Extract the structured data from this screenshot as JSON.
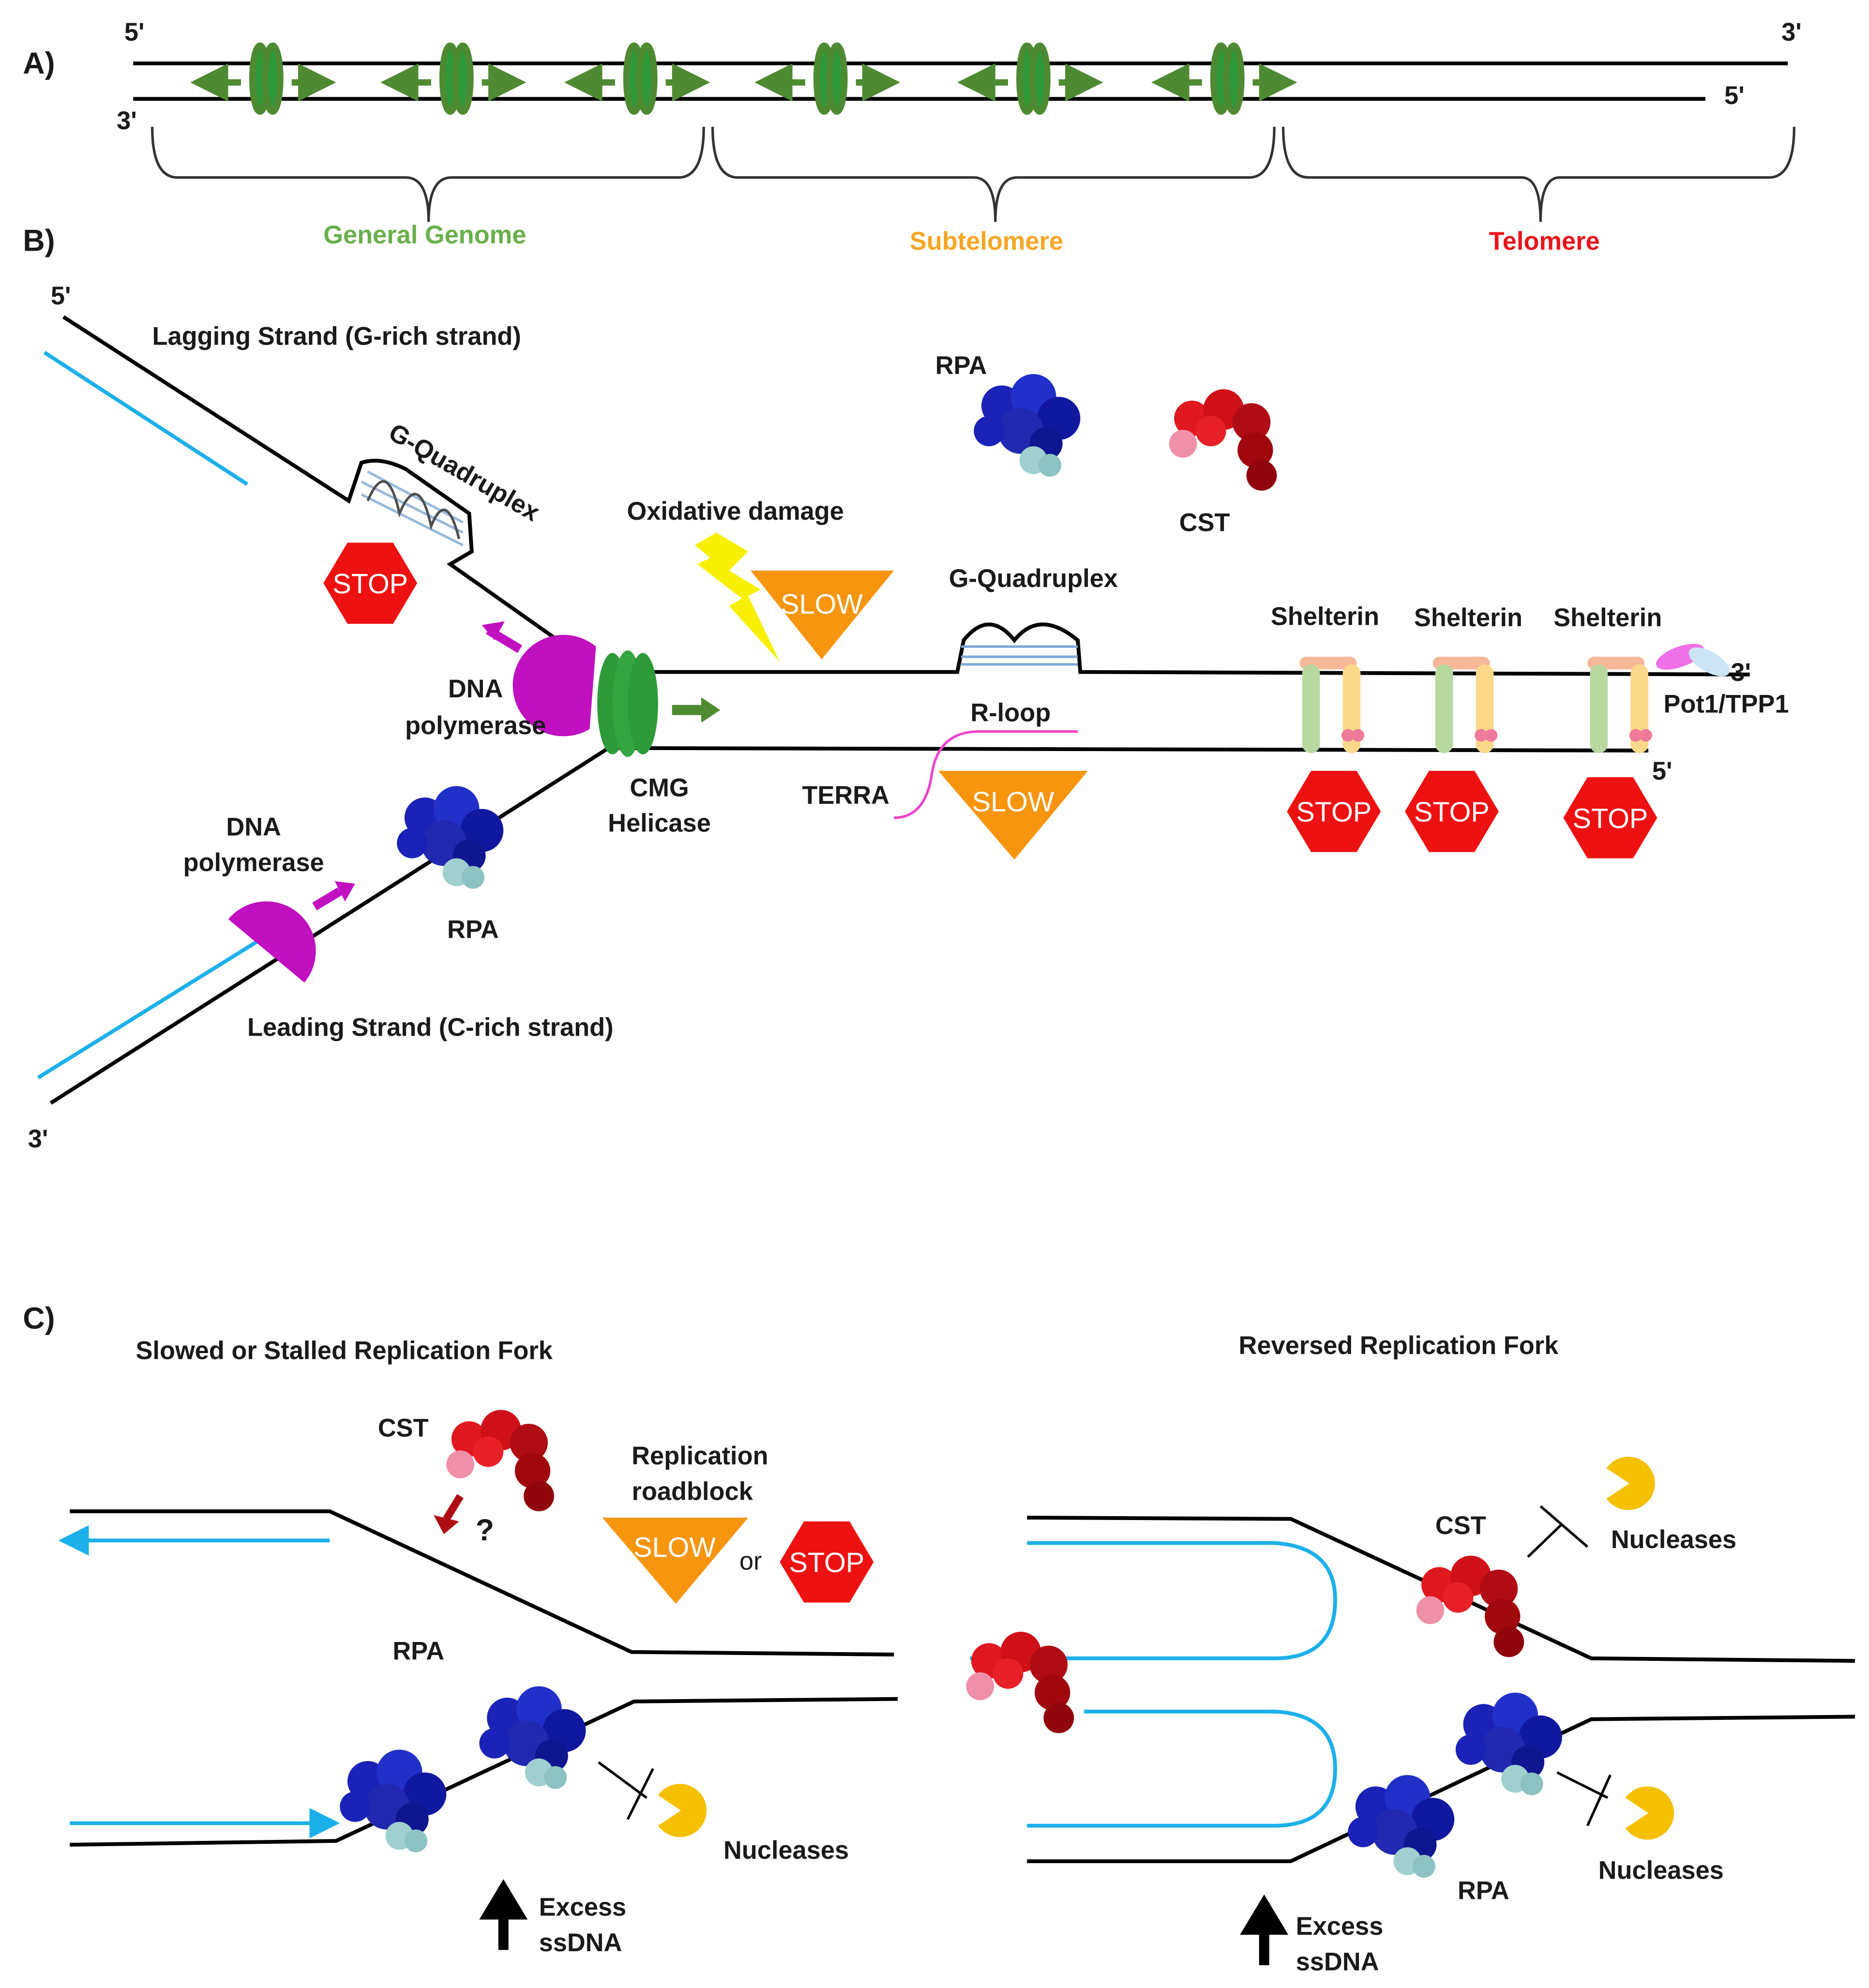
{
  "panels": {
    "a": "A)",
    "b": "B)",
    "c": "C)"
  },
  "panel_a": {
    "ends": {
      "top_left": "5'",
      "top_right": "3'",
      "bottom_left": "3'",
      "bottom_right": "5'"
    },
    "regions": [
      {
        "label": "General Genome",
        "color": "#6ab04c"
      },
      {
        "label": "Subtelomere",
        "color": "#f5a623"
      },
      {
        "label": "Telomere",
        "color": "#e8141c"
      }
    ]
  },
  "panel_b": {
    "ends": {
      "lagging_5": "5'",
      "leading_3": "3'",
      "telomere_3": "3'",
      "telomere_5": "5'"
    },
    "lagging_strand": "Lagging Strand (G-rich strand)",
    "leading_strand": "Leading Strand (C-rich strand)",
    "g_quadruplex_lagging": "G-Quadruplex",
    "g_quadruplex": "G-Quadruplex",
    "dna_polymerase_upper": [
      "DNA",
      "polymerase"
    ],
    "dna_polymerase_lower": [
      "DNA",
      "polymerase"
    ],
    "cmg_helicase": [
      "CMG",
      "Helicase"
    ],
    "rpa_fork": "RPA",
    "rpa_top": "RPA",
    "cst_top": "CST",
    "oxidative_damage": "Oxidative damage",
    "r_loop": "R-loop",
    "terra": "TERRA",
    "shelterin": [
      "Shelterin",
      "Shelterin",
      "Shelterin"
    ],
    "pot1_tpp1": "Pot1/TPP1",
    "stop": "STOP",
    "slow": "SLOW"
  },
  "panel_c": {
    "left_title": "Slowed or Stalled Replication Fork",
    "right_title": "Reversed  Replication Fork",
    "cst_left": "CST",
    "question": "?",
    "roadblock": [
      "Replication",
      "roadblock"
    ],
    "slow": "SLOW",
    "or": "or",
    "stop": "STOP",
    "rpa_left": "RPA",
    "nucleases_left": "Nucleases",
    "excess_left": [
      "Excess",
      "ssDNA"
    ],
    "cst_right": "CST",
    "nucleases_right_top": "Nucleases",
    "nucleases_right_bottom": "Nucleases",
    "rpa_right": "RPA",
    "excess_right": [
      "Excess",
      "ssDNA"
    ]
  },
  "colors": {
    "origin_green": "#2e9a3a",
    "arrow_green": "#4e8a32",
    "polymerase": "#c010c0",
    "rpa": "#1a22b8",
    "cst": "#c0141c",
    "stop": "#ee1111",
    "slow": "#f7950f",
    "nascent_dna": "#1cb0ea",
    "terra": "#ee44cc",
    "nuclease": "#f5c000",
    "lightning": "#f8f000"
  }
}
